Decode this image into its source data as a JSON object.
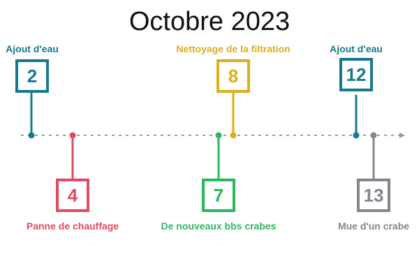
{
  "title": "Octobre 2023",
  "axis_color": "#9a9a9a",
  "events": [
    {
      "day": "2",
      "label": "Ajout d'eau",
      "color": "#177892",
      "side": "above"
    },
    {
      "day": "4",
      "label": "Panne de chauffage",
      "color": "#e14a60",
      "side": "below"
    },
    {
      "day": "8",
      "label": "Nettoyage de la filtration",
      "color": "#dfad1a",
      "side": "above"
    },
    {
      "day": "7",
      "label": "De nouveaux bbs crabes",
      "color": "#2bb760",
      "side": "below"
    },
    {
      "day": "12",
      "label": "Ajout d'eau",
      "color": "#177892",
      "side": "above"
    },
    {
      "day": "13",
      "label": "Mue d'un crabe",
      "color": "#858590",
      "side": "below"
    }
  ]
}
